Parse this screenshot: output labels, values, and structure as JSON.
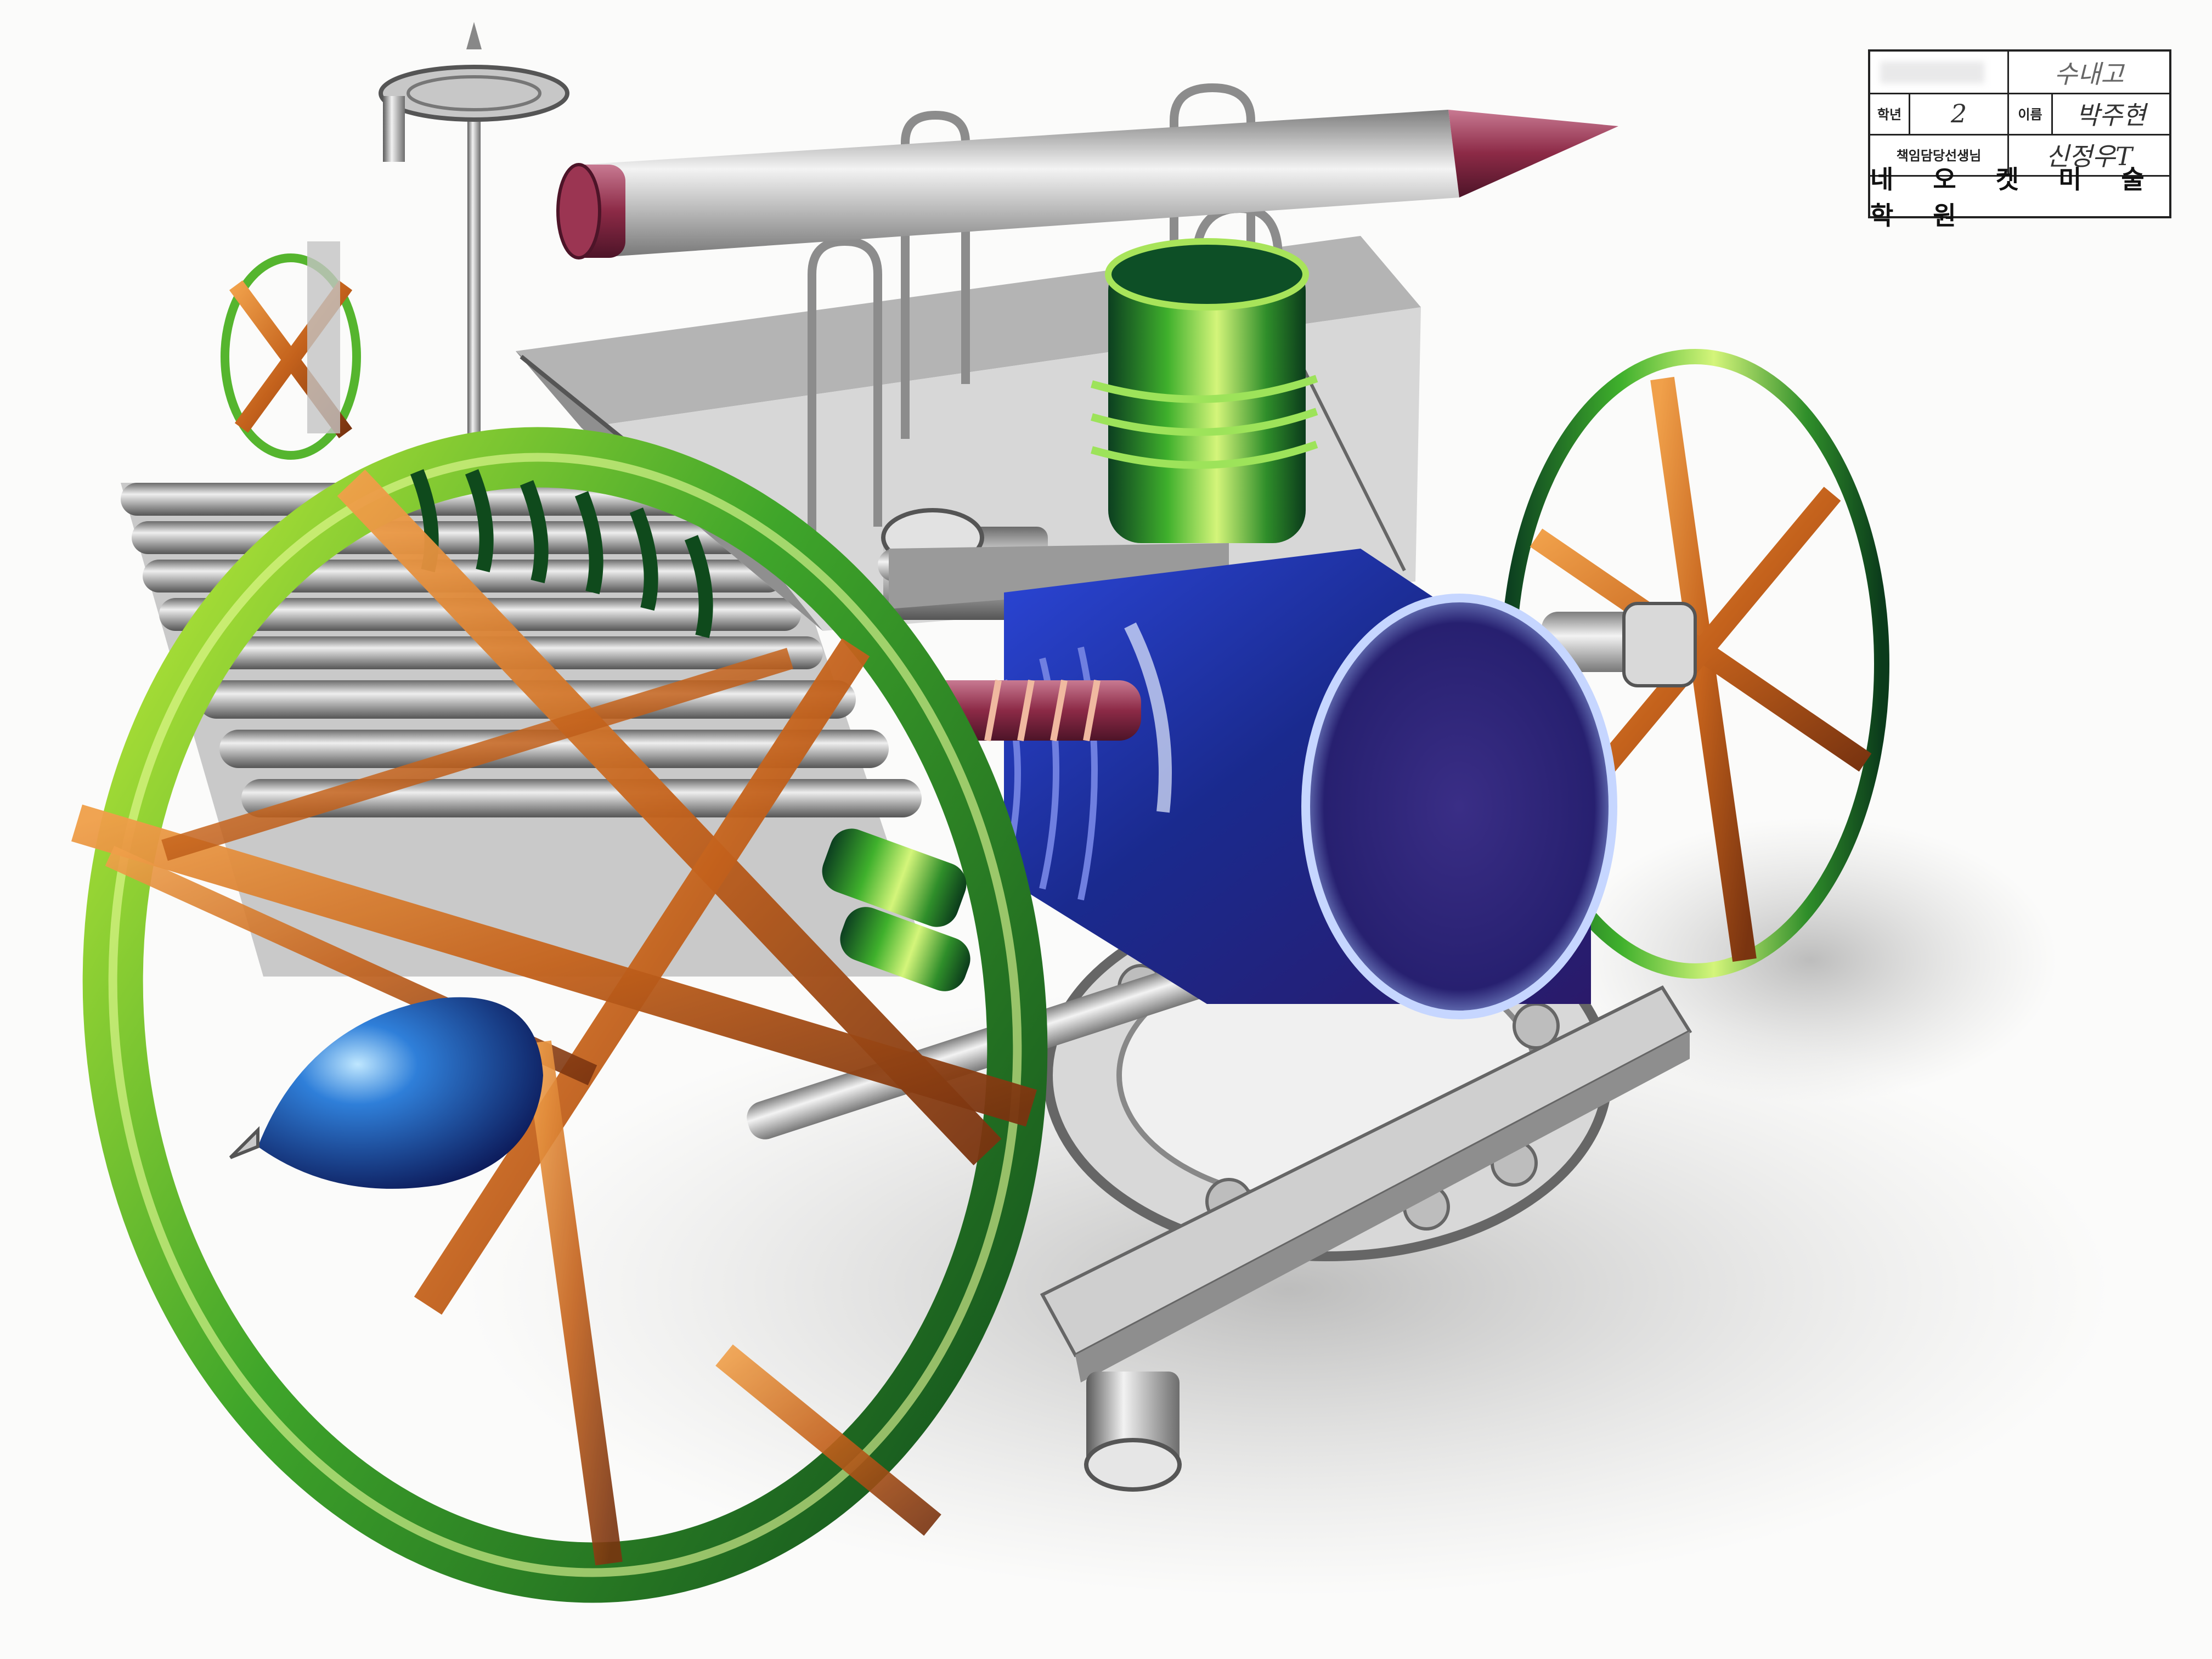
{
  "label_card": {
    "school": "수내고",
    "grade_label": "학년",
    "grade_value": "2",
    "name_label": "이름",
    "name_value": "박주현",
    "teacher_label": "책임담당선생님",
    "teacher_value": "신정우T",
    "academy": "네 오 켓 미 술 학 원"
  },
  "colors": {
    "paper": "#fbfbfa",
    "green": "#4caf2a",
    "orange": "#c8641e",
    "blue": "#2438a8",
    "crimson": "#8c2a46",
    "graphite": "#9a9a9a"
  }
}
